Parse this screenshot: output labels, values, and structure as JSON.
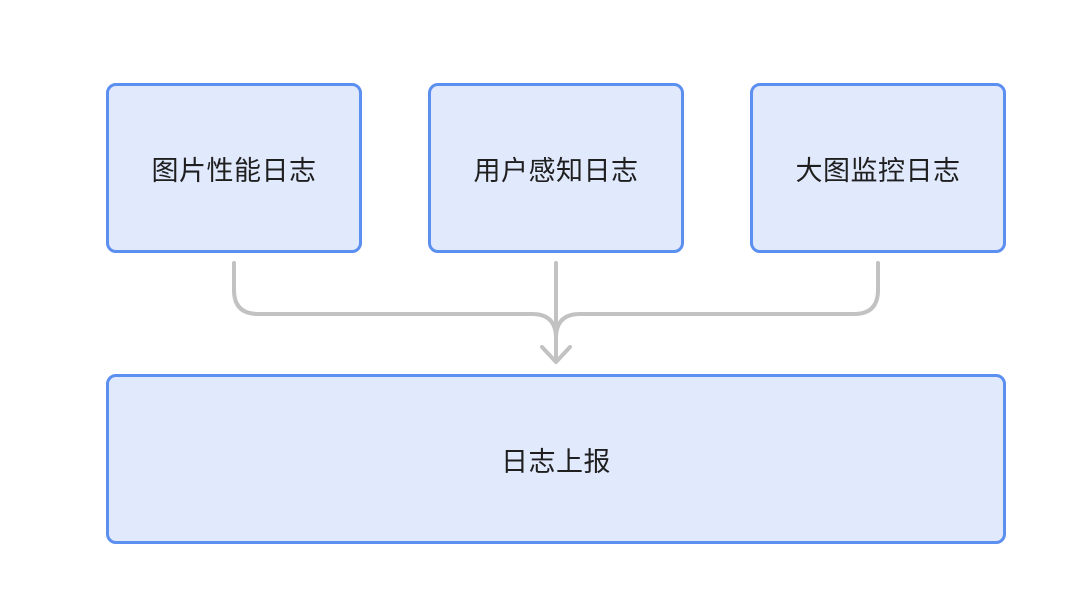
{
  "diagram": {
    "nodes": [
      {
        "id": "image-perf-log",
        "label": "图片性能日志"
      },
      {
        "id": "user-perception-log",
        "label": "用户感知日志"
      },
      {
        "id": "large-image-monitor-log",
        "label": "大图监控日志"
      },
      {
        "id": "log-report",
        "label": "日志上报"
      }
    ],
    "edges": [
      {
        "from": "image-perf-log",
        "to": "log-report"
      },
      {
        "from": "user-perception-log",
        "to": "log-report"
      },
      {
        "from": "large-image-monitor-log",
        "to": "log-report"
      }
    ],
    "colors": {
      "node_fill": "#e1e9fd",
      "node_border": "#5b8ff0",
      "connector": "#c2c2c2",
      "text": "#1f1f1f"
    }
  }
}
